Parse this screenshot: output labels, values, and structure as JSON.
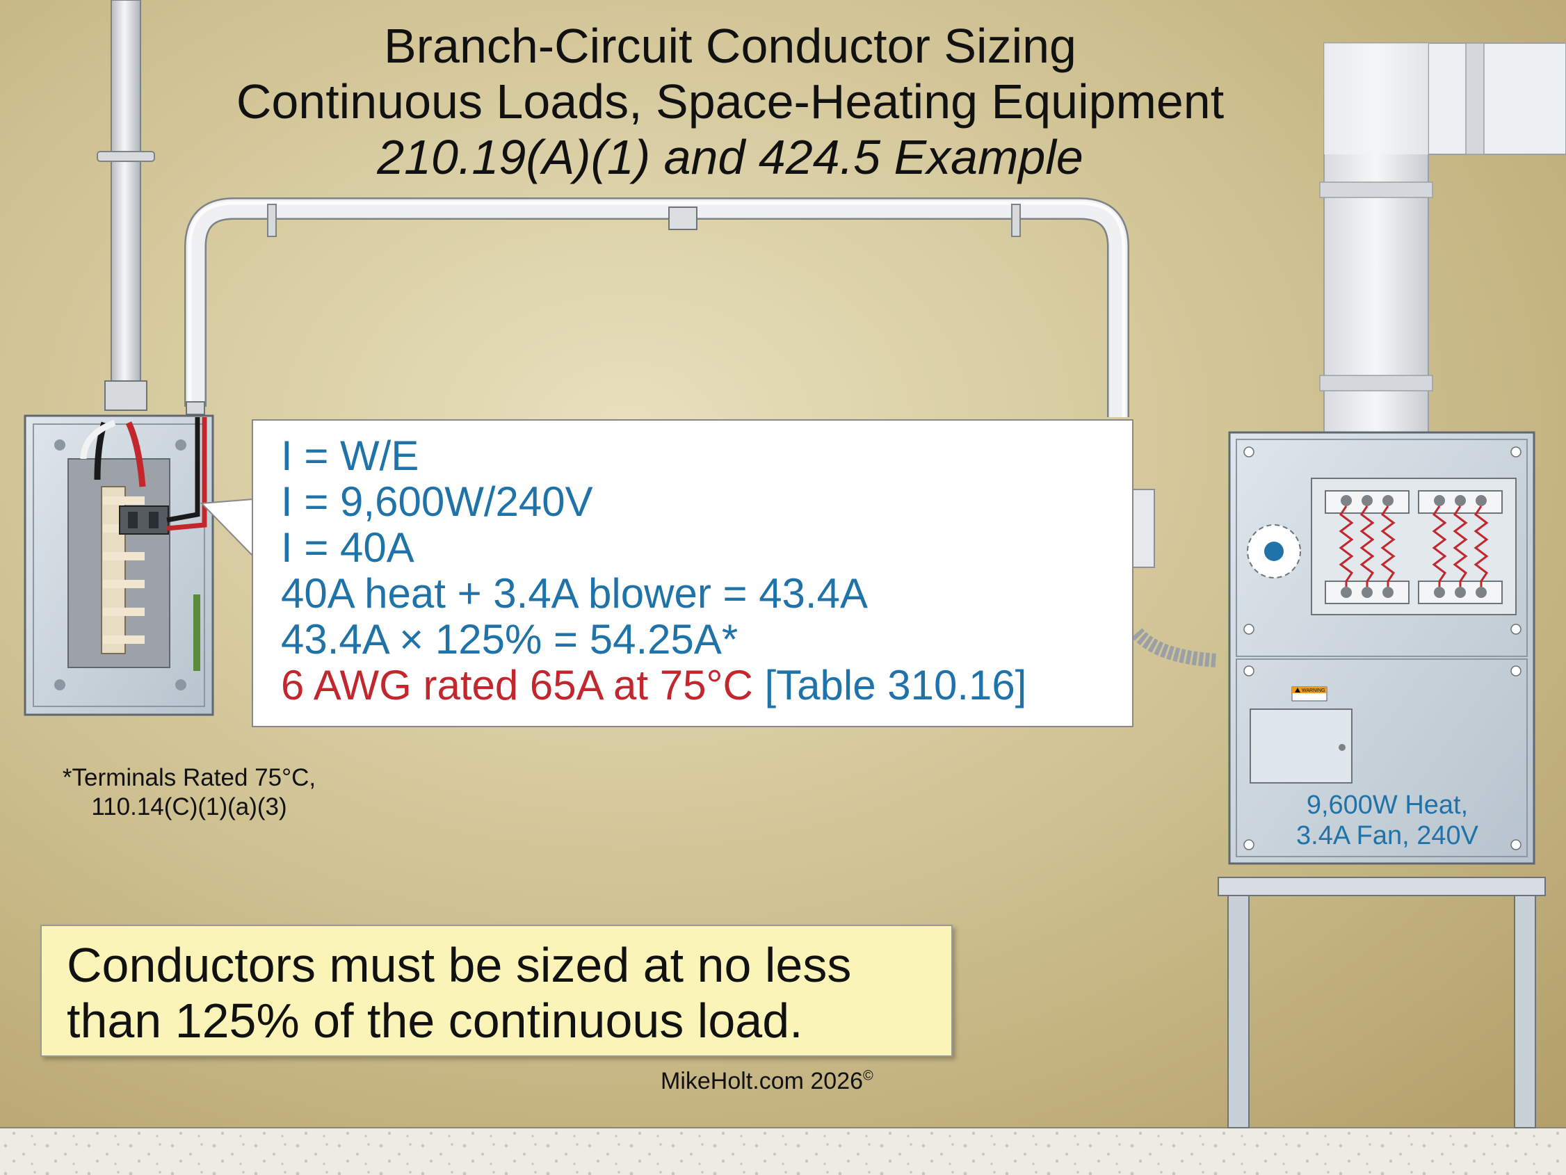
{
  "title": {
    "line1": "Branch-Circuit Conductor Sizing",
    "line2": "Continuous Loads, Space-Heating Equipment",
    "line3": "210.19(A)(1) and 424.5 Example"
  },
  "calculation": {
    "line1": "I = W/E",
    "line2": "I = 9,600W/240V",
    "line3": "I = 40A",
    "line4": "40A heat + 3.4A blower = 43.4A",
    "line5": "43.4A × 125% = 54.25A*",
    "line6_part1": "6 AWG rated 65A at 75°C",
    "line6_part2": "[Table 310.16]"
  },
  "footnote": {
    "line1": "*Terminals Rated 75°C,",
    "line2": "110.14(C)(1)(a)(3)"
  },
  "rule": {
    "line1": "Conductors must be sized at no less",
    "line2": "than 125% of the continuous load."
  },
  "unit_label": {
    "line1": "9,600W Heat,",
    "line2": "3.4A Fan, 240V"
  },
  "warning_label": "WARNING",
  "credit": {
    "text": "MikeHolt.com 2026",
    "mark": "©"
  },
  "colors": {
    "wall": "#c9bb8a",
    "calc_text": "#1f73a8",
    "calc_red": "#c1272d",
    "rule_fill": "#fbf4b8",
    "unit_panel": "#c8d4dc",
    "conduit": "#e6e8ea"
  },
  "icons": [
    "panelboard-icon",
    "breaker-icon",
    "conduit-icon",
    "furnace-icon",
    "heating-element-icon",
    "duct-icon",
    "thermostat-dial-icon",
    "warning-label-icon"
  ]
}
